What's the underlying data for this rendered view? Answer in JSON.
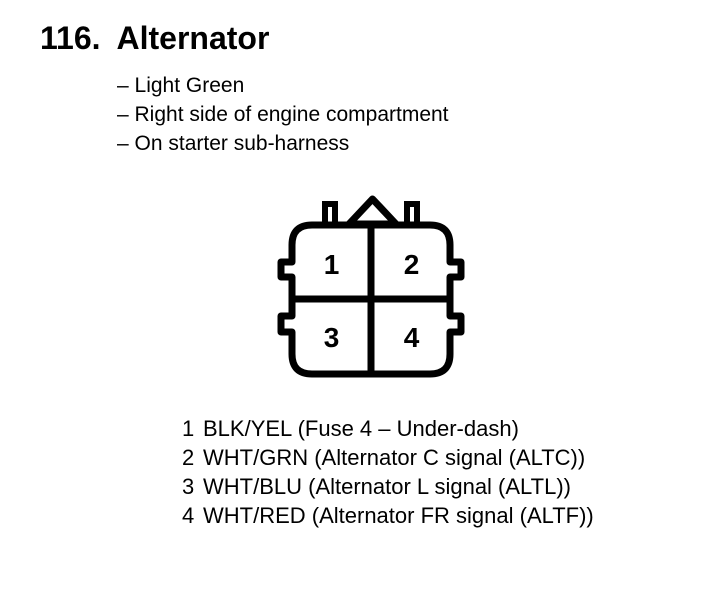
{
  "page": {
    "background_color": "#ffffff",
    "ink_color": "#000000"
  },
  "header": {
    "number": "116.",
    "title": "Alternator"
  },
  "location_notes": [
    "– Light Green",
    "– Right side of engine compartment",
    "– On starter sub-harness"
  ],
  "connector": {
    "pins": [
      {
        "number": "1"
      },
      {
        "number": "2"
      },
      {
        "number": "3"
      },
      {
        "number": "4"
      }
    ]
  },
  "pin_legend": [
    {
      "pin": "1",
      "description": "BLK/YEL (Fuse 4 – Under-dash)"
    },
    {
      "pin": "2",
      "description": "WHT/GRN (Alternator C signal (ALTC))"
    },
    {
      "pin": "3",
      "description": "WHT/BLU (Alternator L signal (ALTL))"
    },
    {
      "pin": "4",
      "description": "WHT/RED (Alternator FR signal (ALTF))"
    }
  ]
}
